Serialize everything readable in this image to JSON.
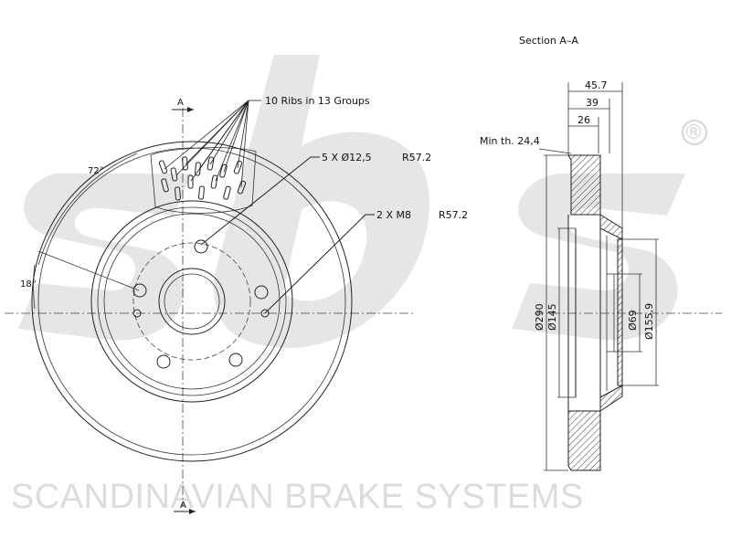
{
  "watermark": {
    "logo_text": "sbs",
    "brand_text": "SCANDINAVIAN BRAKE SYSTEMS",
    "registered_mark": "®"
  },
  "front_view": {
    "section_mark_top": "A",
    "section_mark_bottom": "A",
    "ribs_label": "10 Ribs in 13 Groups",
    "angle_72": "72°",
    "angle_18": "18°",
    "bolt_holes_label": "5 X Ø12,5",
    "bolt_holes_radius": "R57.2",
    "threaded_holes_label": "2 X M8",
    "threaded_holes_radius": "R57.2"
  },
  "section_view": {
    "title": "Section A–A",
    "min_thickness": "Min th. 24,4",
    "dim_overall_height": "45.7",
    "dim_hat_height": "39",
    "dim_thickness": "26",
    "dia_disc": "Ø290",
    "dia_friction_inner": "Ø145",
    "dia_center_bore": "Ø69",
    "dia_hat": "Ø155,9"
  }
}
